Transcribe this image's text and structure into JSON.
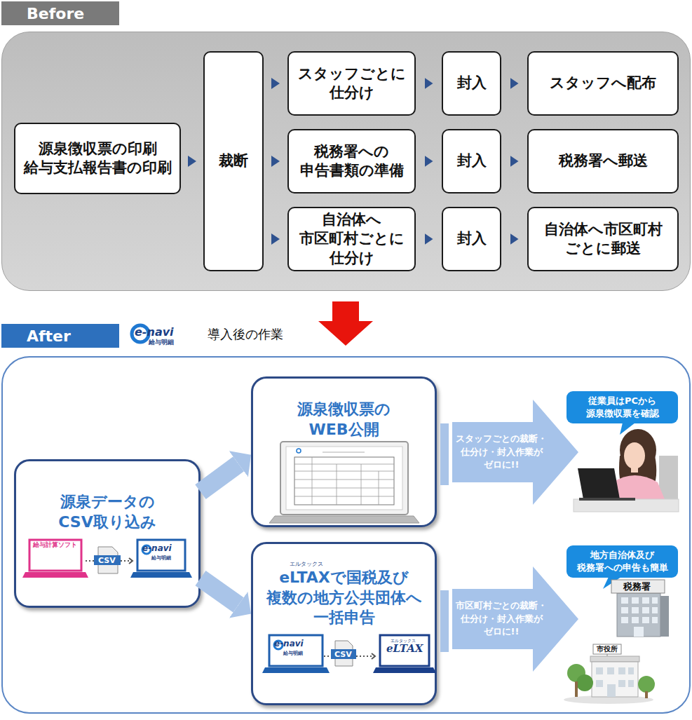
{
  "diagram": {
    "nodes": [
      {
        "text": [
          "Before"
        ]
      },
      {
        "text": [
          "源泉徴収票の印刷 給与支払報告書の印刷"
        ],
        "in": 0
      },
      {
        "text": [
          "裁断"
        ],
        "in": 0
      },
      {
        "text": [
          "スタッフごとに 仕分け"
        ],
        "in": 0
      },
      {
        "text": [
          "封入"
        ],
        "in": 0
      },
      {
        "text": [
          "スタッフへ配布"
        ],
        "in": 0
      },
      {
        "text": [
          "税務署への 申告書類の準備"
        ],
        "in": 0
      },
      {
        "text": [
          "封入"
        ],
        "in": 0
      },
      {
        "text": [
          "税務署へ郵送"
        ],
        "in": 0
      },
      {
        "text": [
          "自治体へ 市区町村ごとに 仕分け"
        ],
        "in": 0
      },
      {
        "text": [
          "封入"
        ],
        "in": 0
      },
      {
        "text": [
          "自治体へ市区町村 ごとに郵送"
        ],
        "in": 0
      },
      {
        "text": [
          "After"
        ]
      },
      {
        "text": [
          "源泉データの CSV取り込み"
        ],
        "in": 12
      },
      {
        "text": [
          "源泉徴収票の WEB公開"
        ],
        "in": 12
      },
      {
        "text": [
          "スタッフごとの裁断・ 仕分け・封入作業が ゼロに!!"
        ],
        "in": 12
      },
      {
        "text": [
          "従業員はPCから 源泉徴収票を確認"
        ],
        "in": 12
      },
      {
        "text": [
          "eLTAXで国税及び 複数の地方公共団体へ 一括申告"
        ],
        "in": 12
      },
      {
        "text": [
          "市区町村ごとの裁断・ 仕分け・封入作業が ゼロに!!"
        ],
        "in": 12
      },
      {
        "text": [
          "地方自治体及び 税務署への申告も簡単"
        ],
        "in": 12
      }
    ],
    "edges": [
      {
        "from": 1,
        "to": 2,
        "arrow": "to"
      },
      {
        "from": 2,
        "to": 3,
        "arrow": "to"
      },
      {
        "from": 3,
        "to": 4,
        "arrow": "to"
      },
      {
        "from": 4,
        "to": 5,
        "arrow": "to"
      },
      {
        "from": 2,
        "to": 6,
        "arrow": "to"
      },
      {
        "from": 6,
        "to": 7,
        "arrow": "to"
      },
      {
        "from": 7,
        "to": 8,
        "arrow": "to"
      },
      {
        "from": 2,
        "to": 9,
        "arrow": "to"
      },
      {
        "from": 9,
        "to": 10,
        "arrow": "to"
      },
      {
        "from": 10,
        "to": 11,
        "arrow": "to"
      },
      {
        "from": 13,
        "to": 14,
        "arrow": "to"
      },
      {
        "from": 13,
        "to": 17,
        "arrow": "to"
      }
    ],
    "labels": [
      "e-navi",
      "給与明細",
      "導入後の作業",
      "エルタックス",
      "給与計算ソフト",
      "CSV",
      "e-navi",
      "給与明細",
      "e-navi",
      "給与明細",
      "CSV",
      "エルタックス",
      "eLTAX",
      "税務署",
      "市役所"
    ]
  }
}
